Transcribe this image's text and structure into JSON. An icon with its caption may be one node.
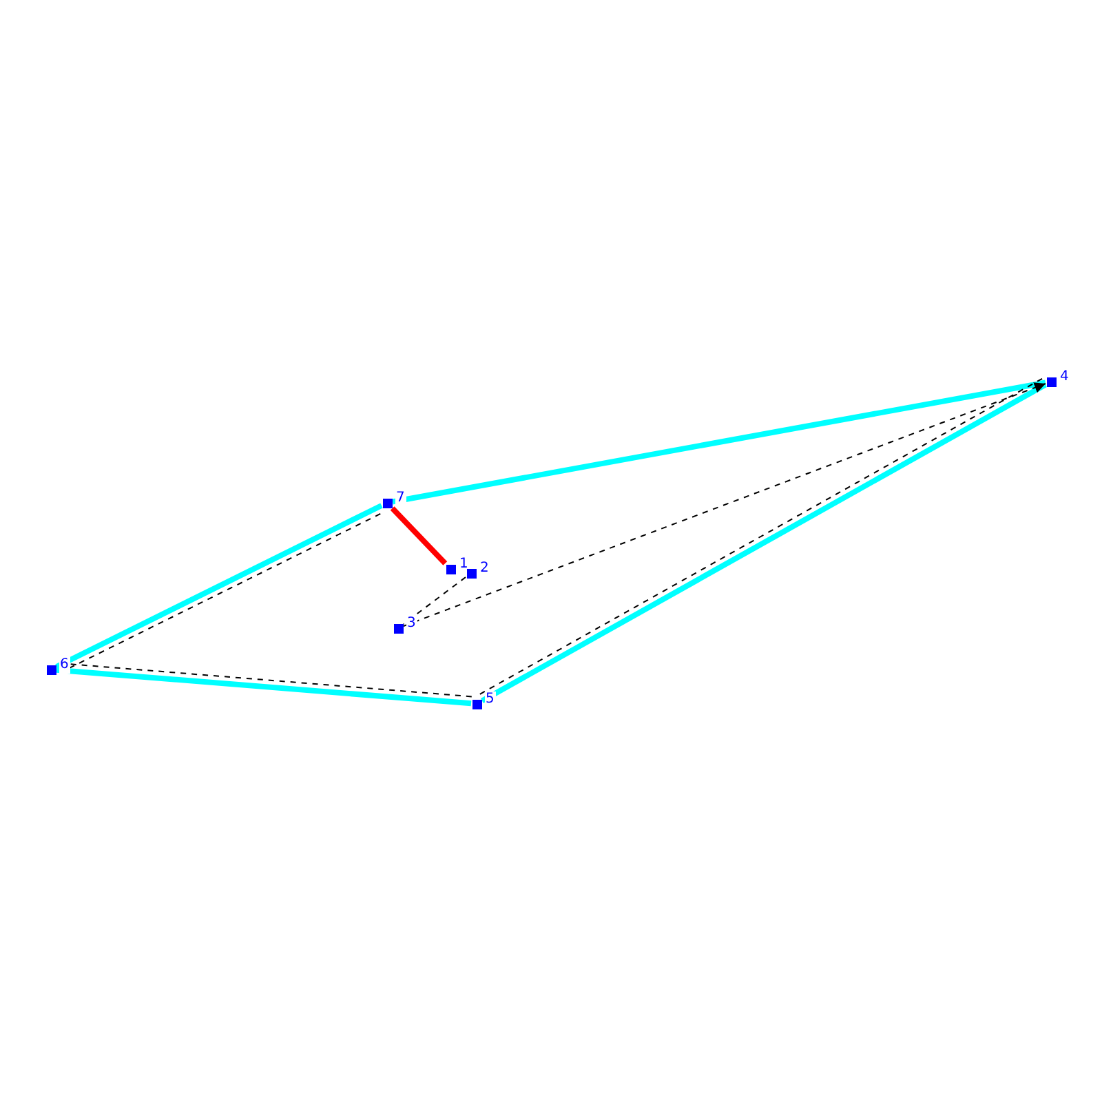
{
  "diagram": {
    "nodes": [
      {
        "text": [
          "1"
        ]
      },
      {
        "text": [
          "2"
        ]
      },
      {
        "text": [
          "3"
        ]
      },
      {
        "text": [
          "4"
        ]
      },
      {
        "text": [
          "5"
        ]
      },
      {
        "text": [
          "6"
        ]
      },
      {
        "text": [
          "7"
        ]
      }
    ],
    "edges": [
      {
        "from": 6,
        "to": 0,
        "arrow": "none",
        "style": "thick",
        "color": "#ff0000"
      },
      {
        "from": 6,
        "to": 3,
        "arrow": "none",
        "style": "thick",
        "color": "#00ffff"
      },
      {
        "from": 3,
        "to": 4,
        "arrow": "none",
        "style": "thick",
        "color": "#00ffff"
      },
      {
        "from": 4,
        "to": 5,
        "arrow": "none",
        "style": "thick",
        "color": "#00ffff"
      },
      {
        "from": 5,
        "to": 6,
        "arrow": "none",
        "style": "thick",
        "color": "#00ffff"
      },
      {
        "from": 1,
        "to": 2,
        "arrow": "none",
        "style": "dashed"
      },
      {
        "from": 2,
        "to": 3,
        "arrow": "to",
        "style": "dashed"
      },
      {
        "from": 3,
        "to": 4,
        "arrow": "none",
        "style": "dashed"
      },
      {
        "from": 4,
        "to": 5,
        "arrow": "none",
        "style": "dashed"
      },
      {
        "from": 5,
        "to": 6,
        "arrow": "none",
        "style": "dashed"
      }
    ]
  }
}
